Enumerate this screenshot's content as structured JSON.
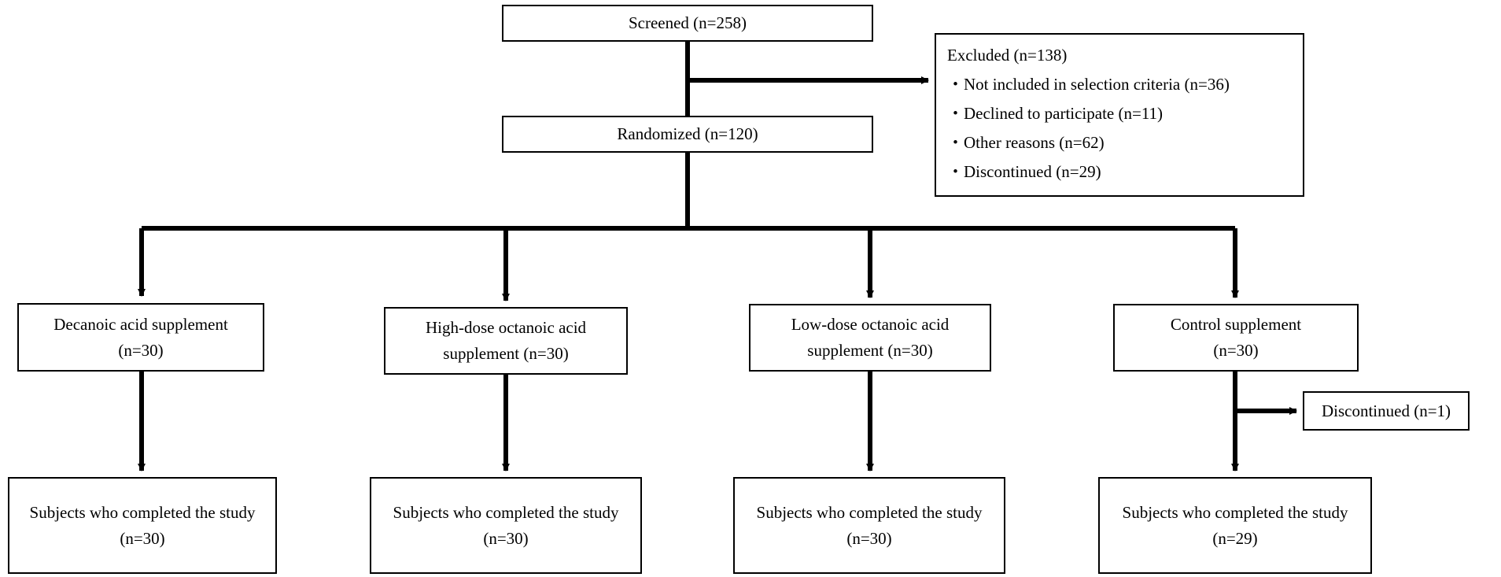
{
  "screened": {
    "label": "Screened (n=258)"
  },
  "randomized": {
    "label": "Randomized (n=120)"
  },
  "excluded": {
    "title": "Excluded (n=138)",
    "reasons": [
      "・Not included in selection criteria (n=36)",
      "・Declined to participate (n=11)",
      "・Other reasons (n=62)",
      "・Discontinued (n=29)"
    ]
  },
  "arms": [
    {
      "line1": "Decanoic acid supplement",
      "line2": "(n=30)"
    },
    {
      "line1": "High-dose octanoic acid",
      "line2": "supplement (n=30)"
    },
    {
      "line1": "Low-dose octanoic acid",
      "line2": "supplement (n=30)"
    },
    {
      "line1": "Control supplement",
      "line2": "(n=30)"
    }
  ],
  "control_discontinued": {
    "label": "Discontinued (n=1)"
  },
  "completed": [
    {
      "line1": "Subjects who completed the study",
      "line2": "(n=30)"
    },
    {
      "line1": "Subjects who completed the study",
      "line2": "(n=30)"
    },
    {
      "line1": "Subjects who completed the study",
      "line2": "(n=30)"
    },
    {
      "line1": "Subjects who completed the study",
      "line2": "(n=29)"
    }
  ],
  "colors": {
    "stroke": "#000000",
    "background": "#ffffff",
    "text": "#000000"
  }
}
